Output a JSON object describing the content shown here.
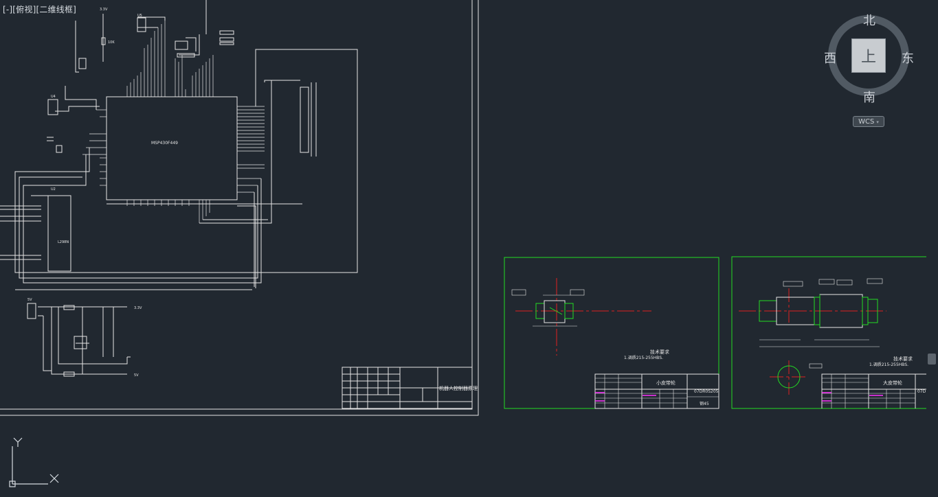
{
  "viewport": {
    "label_parts": [
      "[-]",
      "[俯视]",
      "[二维线框]"
    ]
  },
  "viewcube": {
    "face": "上",
    "north": "北",
    "south": "南",
    "east": "东",
    "west": "西",
    "wcs_label": "WCS",
    "wcs_caret": "▾"
  },
  "ucs": {
    "x_label": "X",
    "y_label": "Y"
  },
  "schematic": {
    "mcu_label": "MSP430F449",
    "u4_label": "U4",
    "u5_label": "U5",
    "u2_label": "U2",
    "lcd_label": "L298N",
    "power_top": "3.3V",
    "power_mid": "5V",
    "resistor_label": "10K",
    "supply_out1": "3.3V",
    "supply_out2": "5V",
    "title_block_title": "机器人控制器原理"
  },
  "drawings": [
    {
      "part_name": "小皮带轮",
      "drawing_no": "07DR0S205",
      "material": "钢45",
      "tech_title": "技术要求",
      "tech_text": "1.调质215-255HBS."
    },
    {
      "part_name": "大皮带轮",
      "drawing_no": "07D",
      "tech_title": "技术要求",
      "tech_text": "1.调质215-255HBS."
    }
  ],
  "colors": {
    "background": "#212830",
    "line_white": "#e6e6e6",
    "line_green": "#22dd22",
    "line_red": "#e02020",
    "line_magenta": "#ff33ff",
    "viewcube_ring": "#515a63"
  }
}
